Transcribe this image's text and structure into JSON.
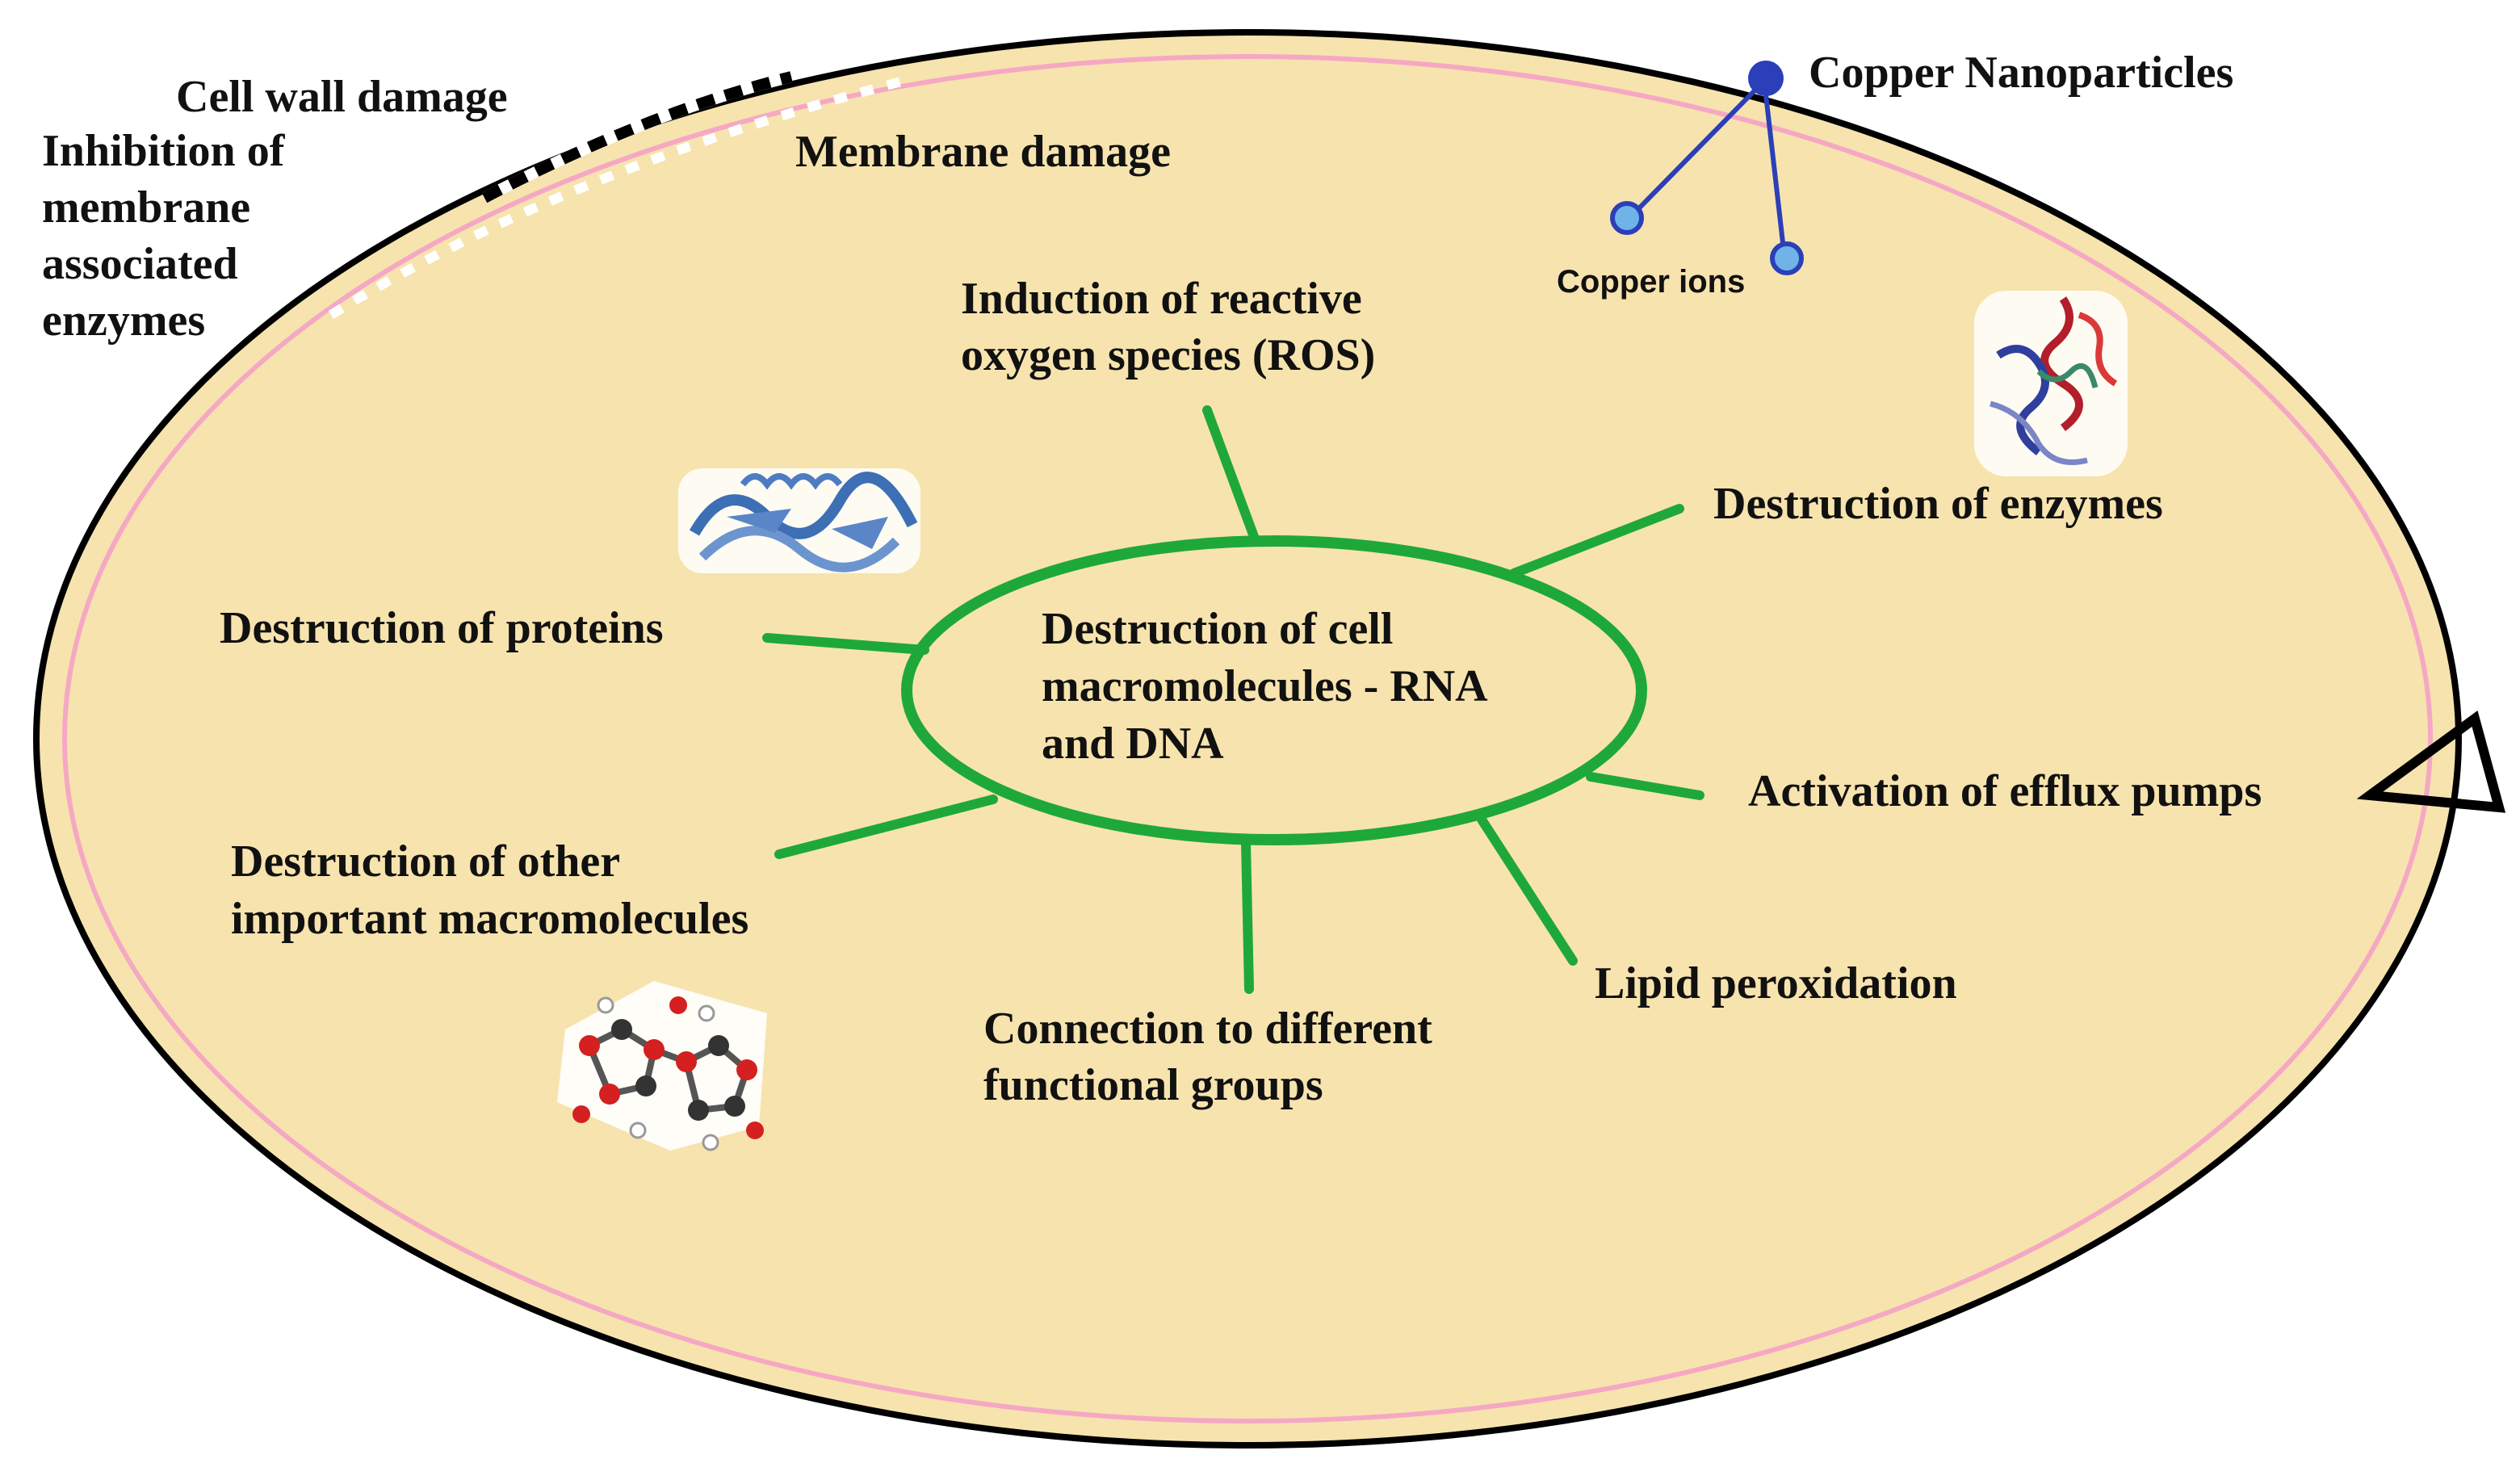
{
  "colors": {
    "cytoplasm": "#F7E3AE",
    "cell_wall": "#000000",
    "membrane": "#F5A8C4",
    "nucleus_ring": "#1FA83A",
    "connector": "#1FA83A",
    "nanoparticle": "#2B3FB8",
    "ion": "#6FB3E8",
    "text": "#111111"
  },
  "labels": {
    "cell_wall_damage": "Cell wall damage",
    "inhibition": [
      "Inhibition of",
      "membrane",
      "associated",
      "enzymes"
    ],
    "membrane_damage": "Membrane damage",
    "copper_nanoparticles": "Copper Nanoparticles",
    "copper_ions": "Copper ions",
    "ros": [
      "Induction of reactive",
      "oxygen species (ROS)"
    ],
    "enzymes": "Destruction of enzymes",
    "proteins": "Destruction of proteins",
    "center": [
      "Destruction of cell",
      "macromolecules - RNA",
      "and DNA"
    ],
    "efflux": "Activation of efflux pumps",
    "other": [
      "Destruction of other",
      "important macromolecules"
    ],
    "lipid": "Lipid peroxidation",
    "functional": [
      "Connection to different",
      "functional groups"
    ]
  },
  "icons": {
    "protein": "protein-ribbon-icon",
    "enzyme": "enzyme-structure-icon",
    "molecule": "ball-stick-molecule-icon",
    "efflux_pump": "efflux-pump-triangle-icon",
    "nanoparticle": "copper-nanoparticle-icon",
    "ion": "copper-ion-icon"
  }
}
